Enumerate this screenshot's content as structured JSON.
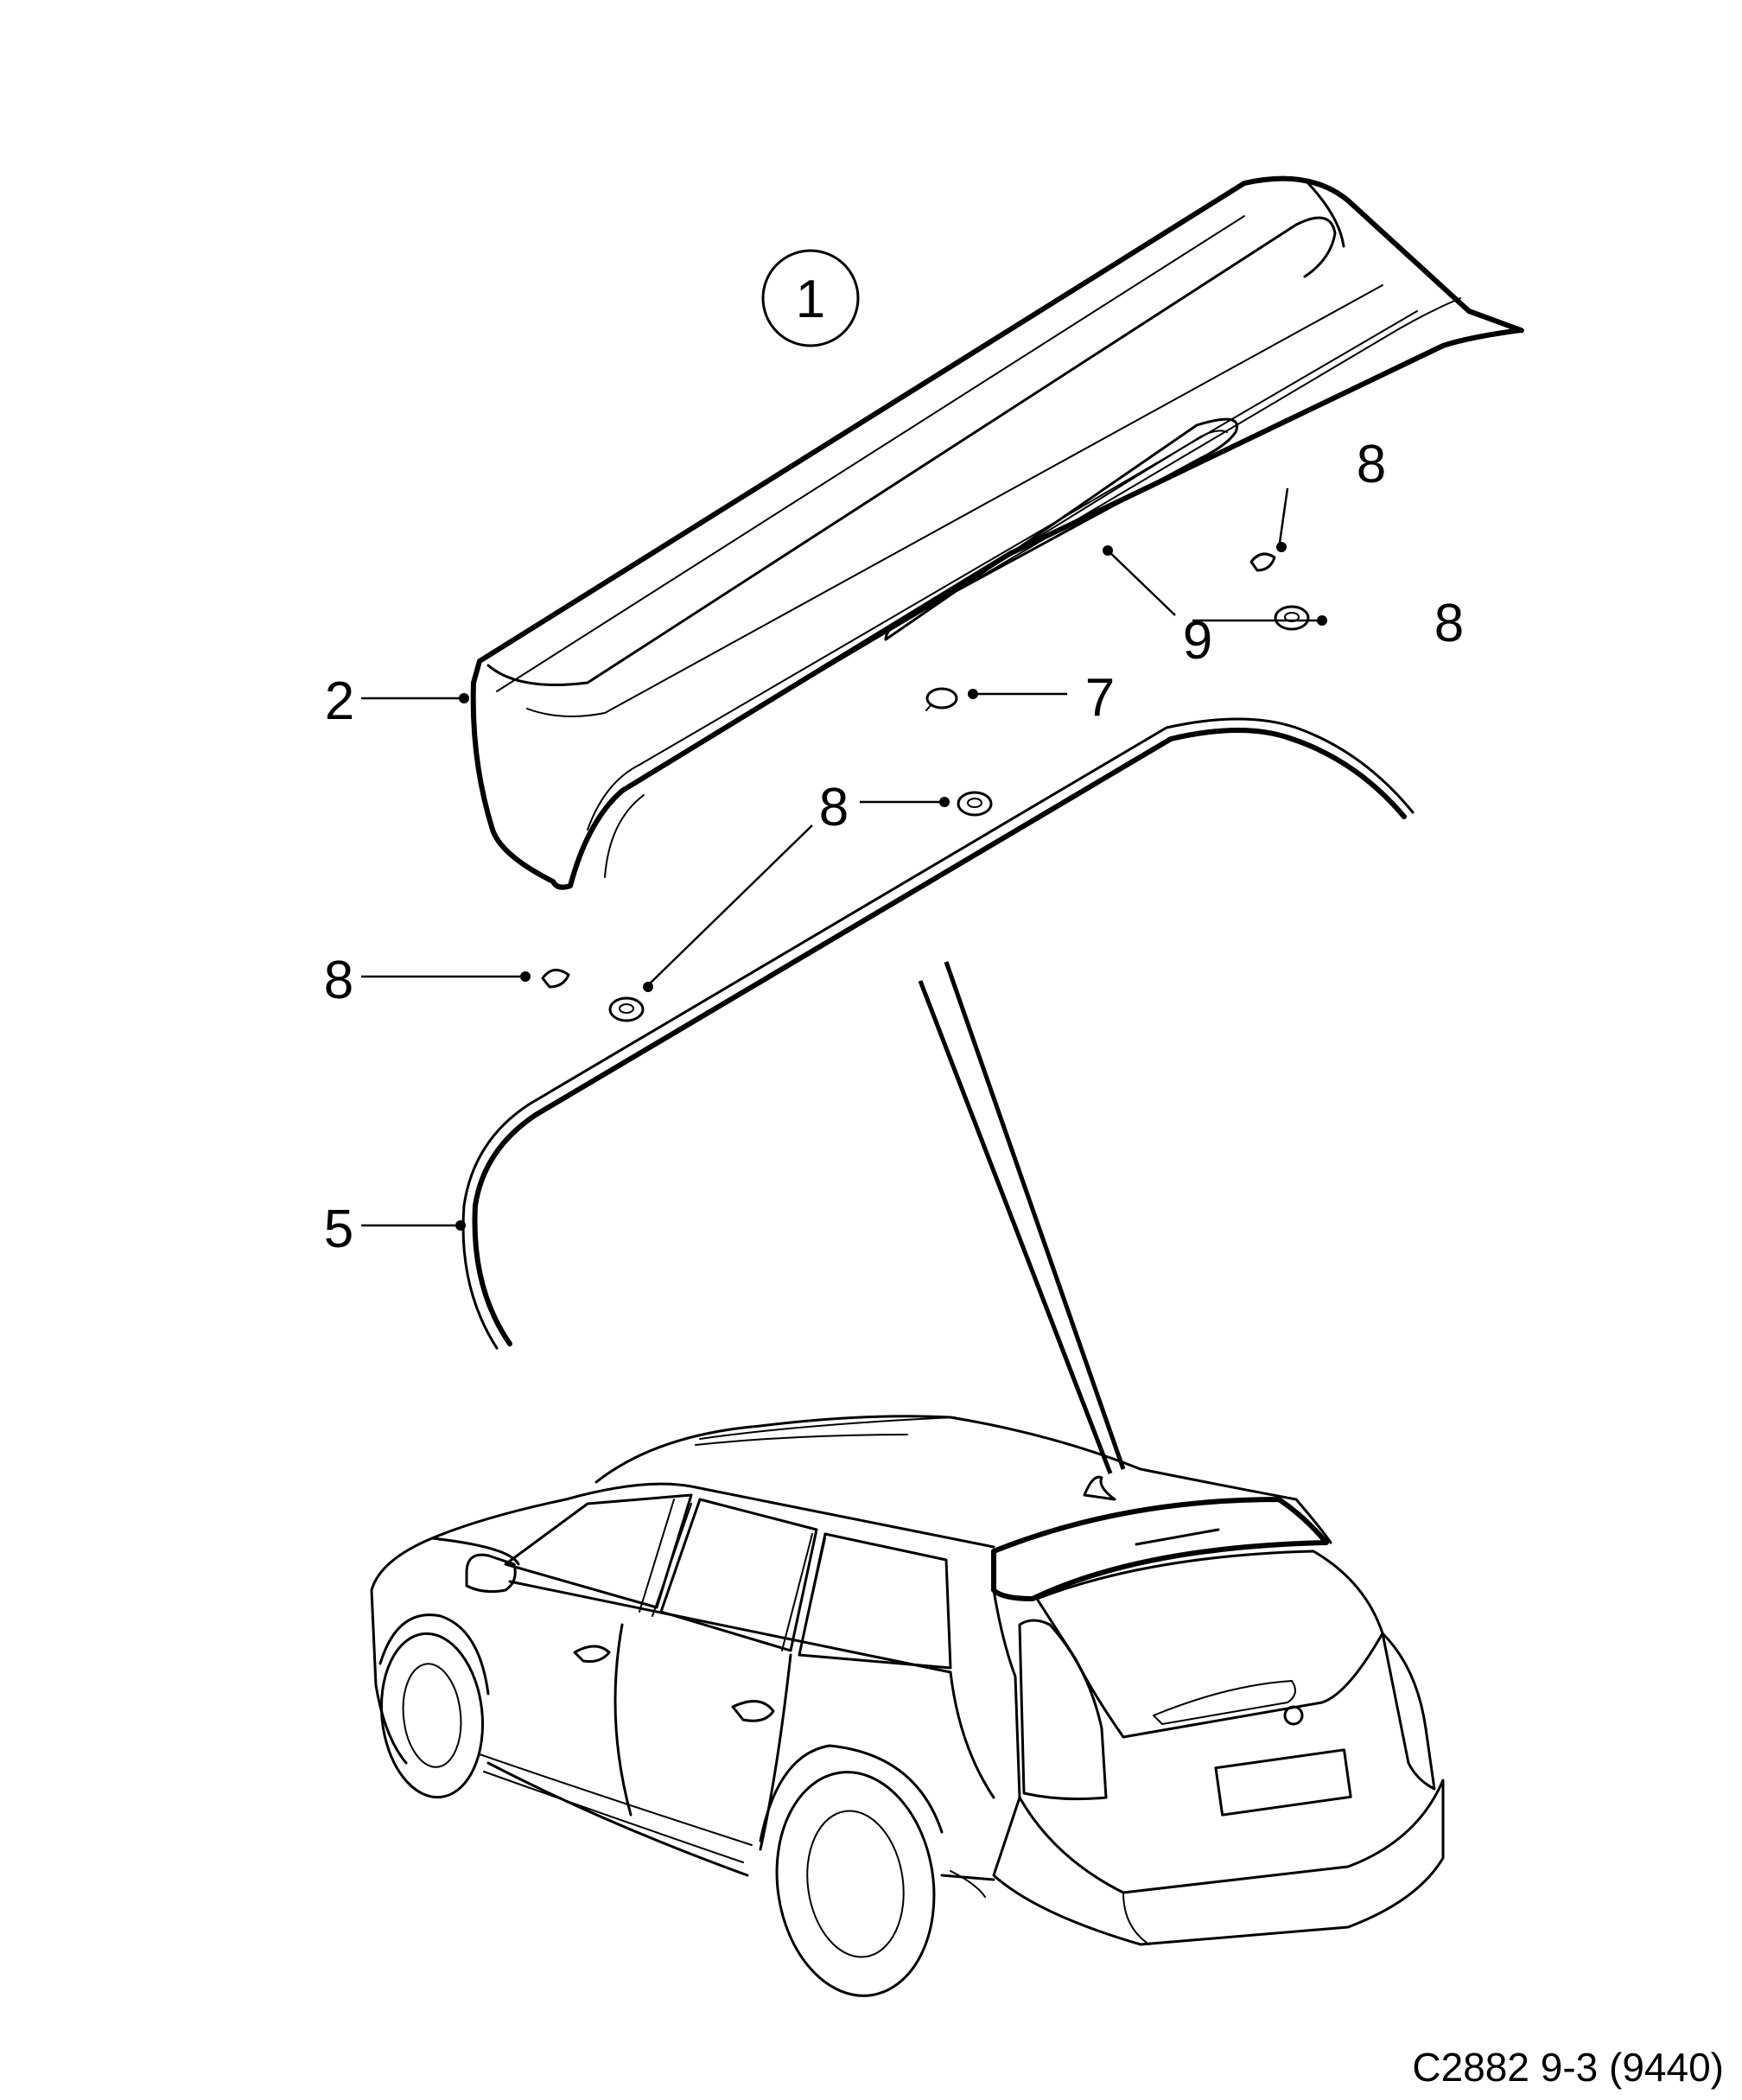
{
  "diagram": {
    "assembly_label": "1",
    "callouts": {
      "spoiler": "2",
      "seal_strip": "5",
      "clip": "7",
      "nut_top_right": "8",
      "nut_right": "8",
      "nut_center": "8",
      "nut_left": "8",
      "nut_lower": "8",
      "brake_light": "9"
    },
    "caption": "C2882 9-3 (9440)"
  }
}
